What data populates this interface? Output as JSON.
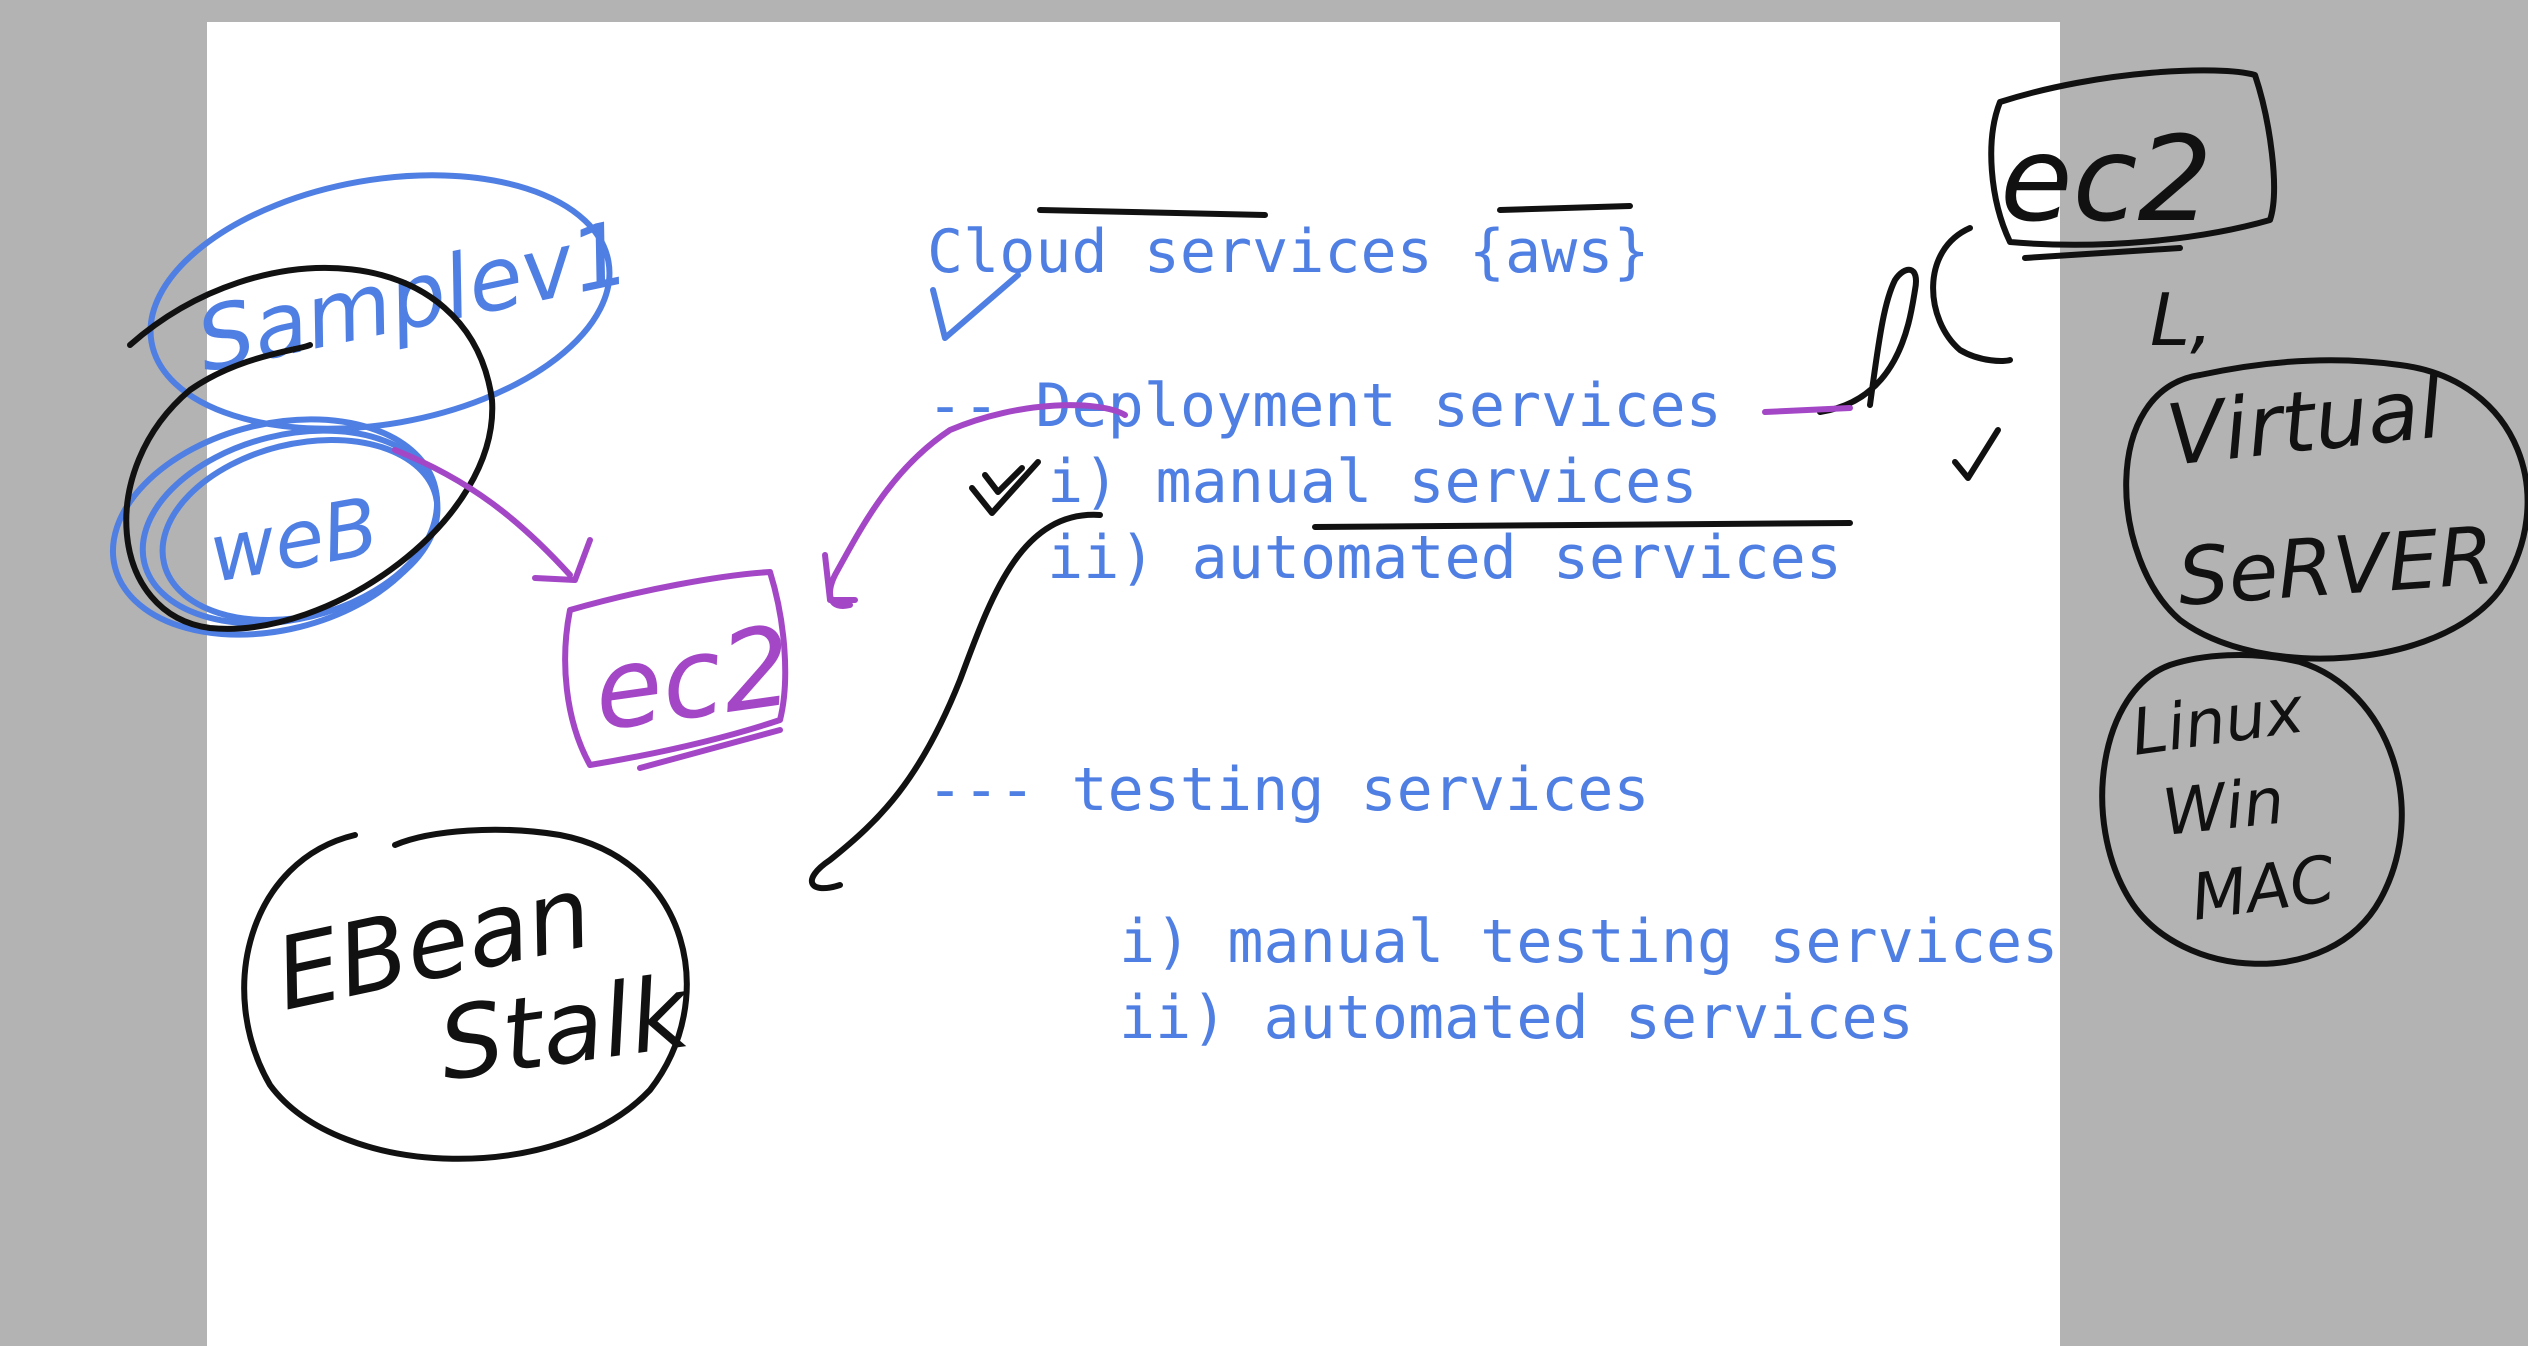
{
  "typed_notes": {
    "line1": "Cloud services {aws}",
    "line2": "-- Deployment services",
    "line3": " i) manual services",
    "line4": " ii) automated services",
    "line5": "--- testing services",
    "line6": "i) manual testing services",
    "line7": "ii) automated services"
  },
  "handwriting": {
    "sample_app": "Samplev1",
    "web": "weB",
    "ec2_left": "ec2",
    "beanstalk_line1": "EBean",
    "beanstalk_line2": "Stalk",
    "ec2_right": "ec2",
    "l_mark": "L,",
    "virtual_line1": "Virtual",
    "virtual_line2": "SeRVER",
    "os_line1": "Linux",
    "os_line2": "Win",
    "os_line3": "MAC"
  },
  "colors": {
    "typed_text": "#4f7fe3",
    "ink_blue": "#4f7fe3",
    "ink_black": "#111111",
    "ink_purple": "#a347c7",
    "canvas_bg": "#b3b3b3",
    "page_bg": "#ffffff"
  }
}
